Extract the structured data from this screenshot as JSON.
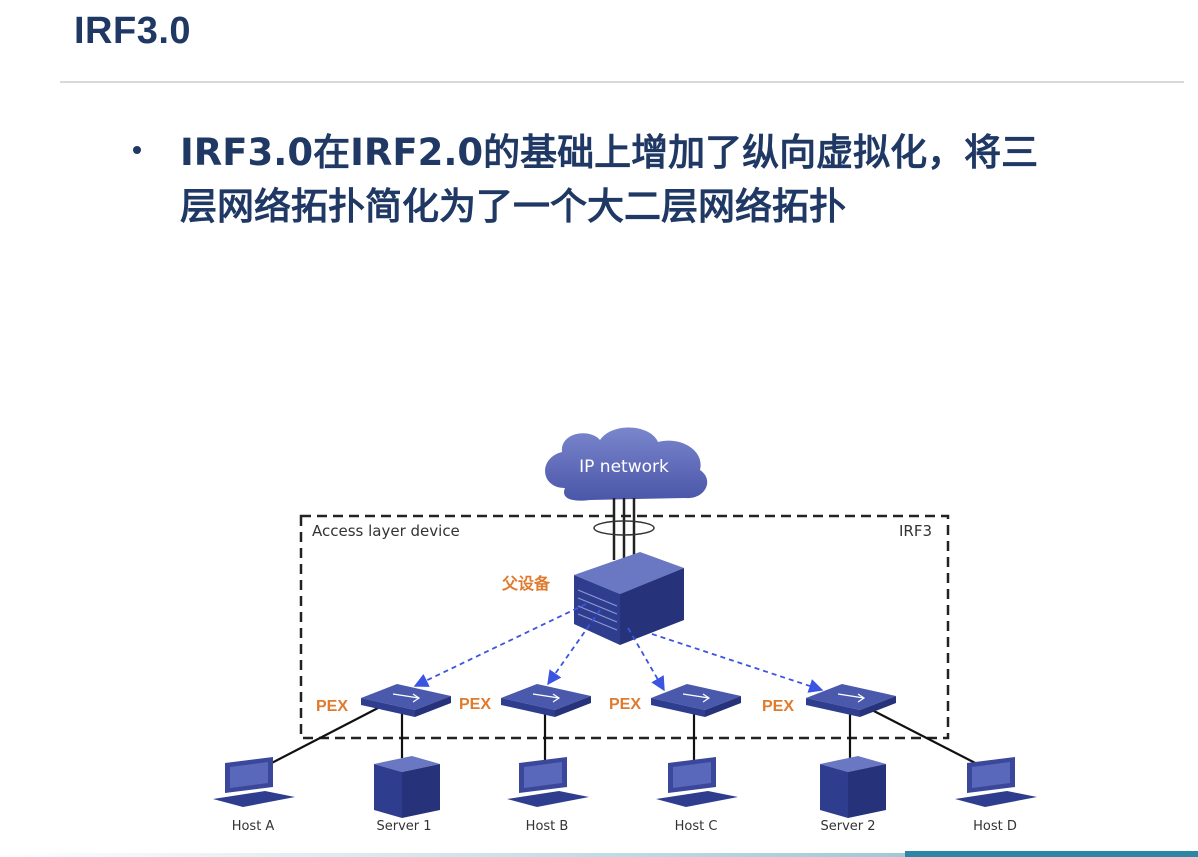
{
  "slide": {
    "title": "IRF3.0",
    "bullet_lines": [
      "IRF3.0在IRF2.0的基础上增加了纵向虚拟化，将三",
      "层网络拓扑简化为了一个大二层网络拓扑"
    ]
  },
  "diagram": {
    "cloud_label": "IP network",
    "box_label": "Access layer device",
    "box_tag": "IRF3",
    "parent_label": "父设备",
    "pex_label": "PEX",
    "endpoints": [
      "Host A",
      "Server 1",
      "Host B",
      "Host C",
      "Server 2",
      "Host D"
    ],
    "colors": {
      "title": "#1f3864",
      "device": "#2f3d8f",
      "cloud": "#5a67b8",
      "pex_text": "#e07a2e",
      "link": "#3b55e0"
    }
  }
}
